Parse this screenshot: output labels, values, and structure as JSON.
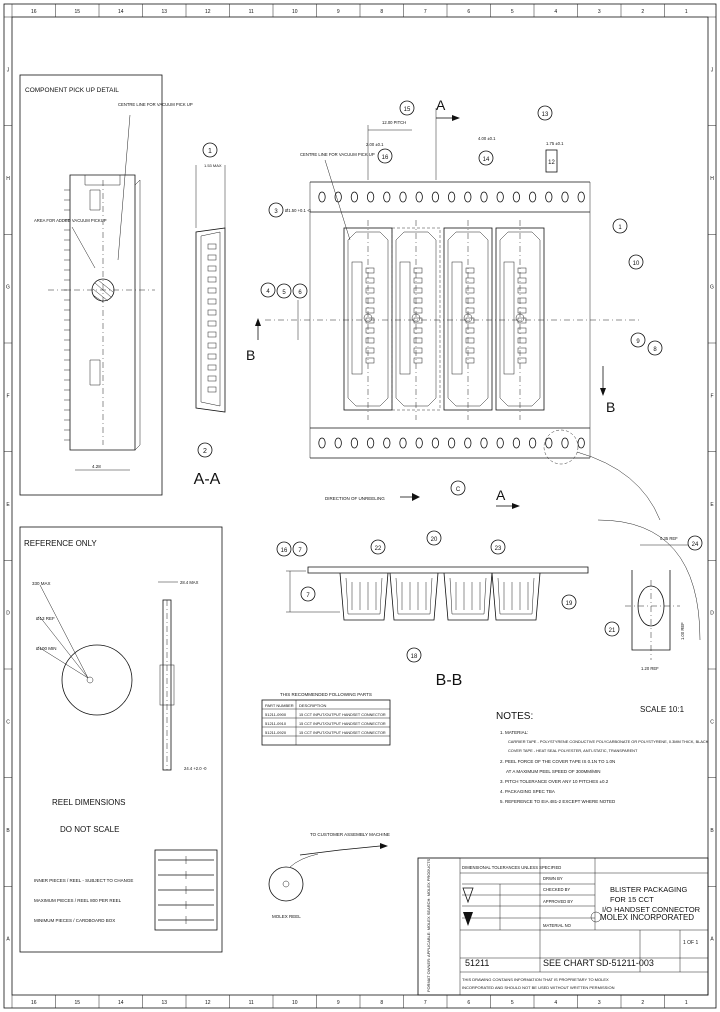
{
  "border": {
    "top_zones": [
      "16",
      "15",
      "14",
      "13",
      "12",
      "11",
      "10",
      "9",
      "8",
      "7",
      "6",
      "5",
      "4",
      "3",
      "2",
      "1"
    ],
    "side_zones": [
      "J",
      "H",
      "G",
      "F",
      "E",
      "D",
      "C",
      "B",
      "A"
    ]
  },
  "pickup_detail": {
    "title": "COMPONENT PICK UP DETAIL",
    "centre_label": "CENTRE LINE FOR VACUUM PICK UP",
    "area_label": "AREA FOR ADDED VACUUM PICKUP",
    "dim": "4.28"
  },
  "section_aa": {
    "label": "A-A",
    "dim": "1.53 MAX",
    "bubble_top": "1",
    "bubble_bottom": "2"
  },
  "tape_view": {
    "dim_a": "12.00 PITCH",
    "dim_b": "2.00 ±0.1",
    "dim_c": "4.00 ±0.1",
    "dim_d": "1.75 ±0.1",
    "centre_label": "CENTRE LINE FOR VACUUM PICK UP",
    "hole_label": "Ø1.50 +0.1 -0",
    "section_a": "A",
    "section_b": "B",
    "bubbles": {
      "b15": "15",
      "b16": "16",
      "b14": "14",
      "b13": "13",
      "b12": "12",
      "b3": "3",
      "b4": "4",
      "b5": "5",
      "b6": "6",
      "b1": "1",
      "b10": "10",
      "b9": "9",
      "b8": "8",
      "bc": "C"
    },
    "direction": "DIRECTION OF UNREELING"
  },
  "section_bb": {
    "label": "B-B",
    "bubbles": {
      "b16": "16",
      "b7": "7",
      "b22": "22",
      "b20": "20",
      "b23": "23",
      "b19": "19",
      "b18": "18",
      "b7b": "7"
    }
  },
  "detail_c": {
    "scale": "SCALE 10:1",
    "dim": "0.35 REF",
    "bubbles": {
      "b24": "24",
      "b21": "21"
    },
    "side_dim": "1.00 REF",
    "bottom_dim": "1.20 REF"
  },
  "reference": {
    "title": "REFERENCE ONLY",
    "labels": [
      "330 MAX",
      "Ø13 REF",
      "Ø100 MIN"
    ],
    "dim_top": "28.4 MAX",
    "dim_bottom": "24.4 +2.0 -0",
    "reel_title": "REEL DIMENSIONS",
    "reel_sub": "DO NOT SCALE",
    "notes": [
      "INNER PIECES / REEL - SUBJECT TO CHANGE",
      "MAXIMUM PIECES / REEL 800 PER REEL",
      "MINIMUM PIECES / CARDBOARD BOX"
    ]
  },
  "parts_table": {
    "title": "THIS RECOMMENDED FOLLOWING PARTS",
    "headers": [
      "PART NUMBER",
      "DESCRIPTION"
    ],
    "rows": [
      [
        "51211-0900",
        "15 CCT INPUT/OUTPUT HANDSET CONNECTOR"
      ],
      [
        "51211-0910",
        "15 CCT INPUT/OUTPUT HANDSET CONNECTOR"
      ],
      [
        "51211-0920",
        "15 CCT INPUT/OUTPUT HANDSET CONNECTOR"
      ]
    ]
  },
  "notes": {
    "title": "NOTES:",
    "lines": [
      "1. MATERIAL:",
      "CARRIER TAPE - POLYSTYRENE CONDUCTIVE POLYCARBONATE OR POLYSTYRENE, 0.3MM THICK, BLACK",
      "COVER TAPE - HEAT SEAL POLYESTER, ANTI-STATIC, TRANSPARENT",
      "2. PEEL FORCE OF THE COVER TAPE IS 0.1N TO 1.0N",
      "AT A MAXIMUM PEEL SPEED OF 300MM/MIN",
      "3. PITCH TOLERANCE OVER ANY 10 PITCHES ±0.2",
      "4. PACKAGING SPEC TBA",
      "5. REFERENCE TO EIA 481-2 EXCEPT WHERE NOTED"
    ]
  },
  "customer": {
    "label": "TO CUSTOMER ASSEMBLY MACHINE",
    "reel": "MOLEX REEL"
  },
  "title_block": {
    "title": "BLISTER PACKAGING FOR 15 CCT I/O HANDSET CONNECTOR",
    "company": "MOLEX INCORPORATED",
    "doc_no": "SD-51211-003",
    "doc_label": "SEE CHART",
    "sheet": "1 OF 1",
    "series": "51211",
    "tol_header": "DIMENSIONAL TOLERANCES UNLESS SPECIFIED",
    "dwn": "DRWN BY",
    "chk": "CHECKED BY",
    "appr": "APPROVED BY",
    "material": "MATERIAL NO",
    "footer1": "THIS DRAWING CONTAINS INFORMATION THAT IS PROPRIETARY TO MOLEX",
    "footer2": "INCORPORATED AND SHOULD NOT BE USED WITHOUT WRITTEN PERMISSION",
    "left_footer": "FORMAT OWNER: APPLICABLE: MOLEX SEARCH: MOLEX PRODUCTS"
  }
}
